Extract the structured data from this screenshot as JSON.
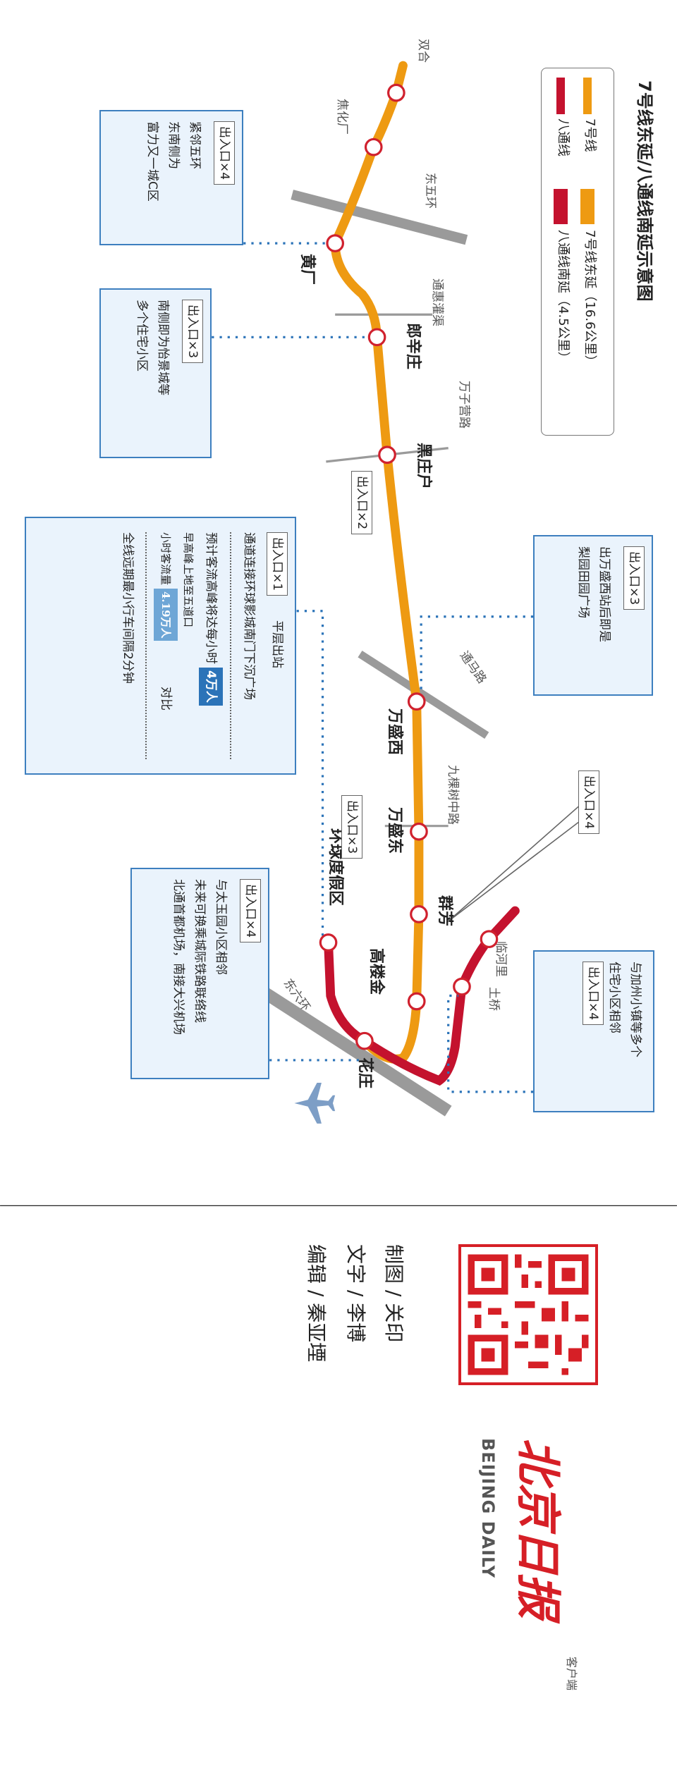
{
  "title": "7号线东延/八通线南延示意图",
  "legend": {
    "items": [
      {
        "label": "7号线",
        "color": "#ee9a12"
      },
      {
        "label": "7号线东延（16.6公里）",
        "color": "#ee9a12"
      },
      {
        "label": "八通线",
        "color": "#c4122e"
      },
      {
        "label": "八通线南延（4.5公里）",
        "color": "#c4122e"
      }
    ]
  },
  "stations": {
    "shuanghe": "双合",
    "jiaohuachang": "焦化厂",
    "huangchang": "黄厂",
    "langxinzhuang": "郎辛庄",
    "heizhuanghu": "黑庄户",
    "wanshengxi": "万盛西",
    "wanshengdong": "万盛东",
    "qunfang": "群芳",
    "gaoloujin": "高楼金",
    "huanqiu": "环球度假区",
    "huazhuang": "花庄",
    "linheli": "临河里",
    "tuqiao": "土桥"
  },
  "roads": {
    "east5": "东五环",
    "tonghui": "通惠灌渠",
    "wanziying": "万子营路",
    "tongma": "通马路",
    "jiukeshu": "九棵树中路",
    "east6": "东六环"
  },
  "exit_tags": {
    "heizhuanghu": "出入口×2",
    "wanshengdong": "出入口×3",
    "qunfang": "出入口×4"
  },
  "boxes": {
    "huangchang": {
      "tag": "出入口×4",
      "lines": [
        "紧邻五环",
        "东南侧为",
        "富力又一城C区"
      ]
    },
    "langxinzhuang": {
      "tag": "出入口×3",
      "lines": [
        "南侧即为怡景城等",
        "多个住宅小区"
      ]
    },
    "huanqiu": {
      "tag": "出入口×1",
      "note": "平层出站",
      "line1": "通道连接环球影城南门下沉广场",
      "forecast": "预计客流高峰将达每小时",
      "forecast_value": "4万人",
      "compare1": "早高峰上地至五道口",
      "compare2": "小时客流量",
      "compare_value": "4.19万人",
      "compare_label": "对比",
      "interval": "全线远期最小行车间隔2分钟"
    },
    "wanshengxi": {
      "tag": "出入口×3",
      "lines": [
        "出万盛西站后即是",
        "梨园田园广场"
      ]
    },
    "huazhuang": {
      "tag": "出入口×4",
      "lines": [
        "与太玉园小区相邻",
        "未来可换乘城际铁路联络线",
        "北通首都机场，南接大兴机场"
      ]
    },
    "tuqiao": {
      "tag": "出入口×4",
      "lines": [
        "与加州小镇等多个",
        "住宅小区相邻"
      ]
    }
  },
  "colors": {
    "line7": "#ee9a12",
    "batong": "#c4122e",
    "box_border": "#3d7fbf",
    "box_fill": "#eaf3fc",
    "badge_dark": "#2b73b8",
    "badge_light": "#6ea6d6",
    "road": "#9a9a9a",
    "airplane": "#7d9ec6"
  },
  "credits": {
    "map": "制图 / 关印",
    "text": "文字 / 李博",
    "editor": "编辑 / 秦亚堙"
  },
  "logo": {
    "name": "北京日报",
    "english": "BEIJING DAILY",
    "suffix": "客户端"
  }
}
